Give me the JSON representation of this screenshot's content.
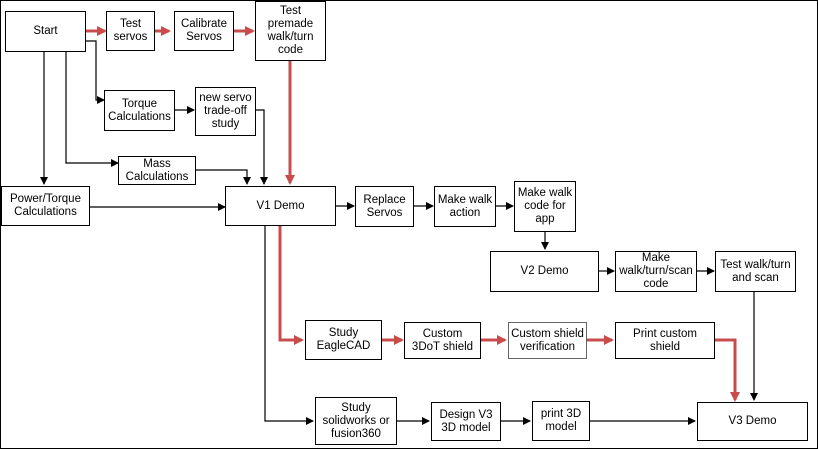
{
  "colors": {
    "highlight_arrow": "#c94c4c",
    "normal_arrow": "#000000",
    "box_border": "#000000"
  },
  "nodes": {
    "start": "Start",
    "test_servos": "Test\nservos",
    "calibrate_servos": "Calibrate\nServos",
    "test_premade": "Test\npremade\nwalk/turn\ncode",
    "torque_calc": "Torque\nCalculations",
    "servo_tradeoff": "new servo\ntrade-off\nstudy",
    "mass_calc": "Mass\nCalculations",
    "power_torque": "Power/Torque\nCalculations",
    "v1_demo": "V1 Demo",
    "replace_servos": "Replace\nServos",
    "make_walk_action": "Make walk\naction",
    "make_walk_code_app": "Make walk\ncode for\napp",
    "v2_demo": "V2 Demo",
    "make_walk_turn_scan": "Make\nwalk/turn/scan\ncode",
    "test_walk_turn_scan": "Test walk/turn\nand scan",
    "study_eaglecad": "Study\nEagleCAD",
    "custom_3dot": "Custom\n3DoT shield",
    "custom_shield_verif": "Custom shield\nverification",
    "print_custom_shield": "Print custom\nshield",
    "study_solidworks": "Study\nsolidworks or\nfusion360",
    "design_v3": "Design V3\n3D model",
    "print_3d_model": "print 3D\nmodel",
    "v3_demo": "V3 Demo"
  }
}
